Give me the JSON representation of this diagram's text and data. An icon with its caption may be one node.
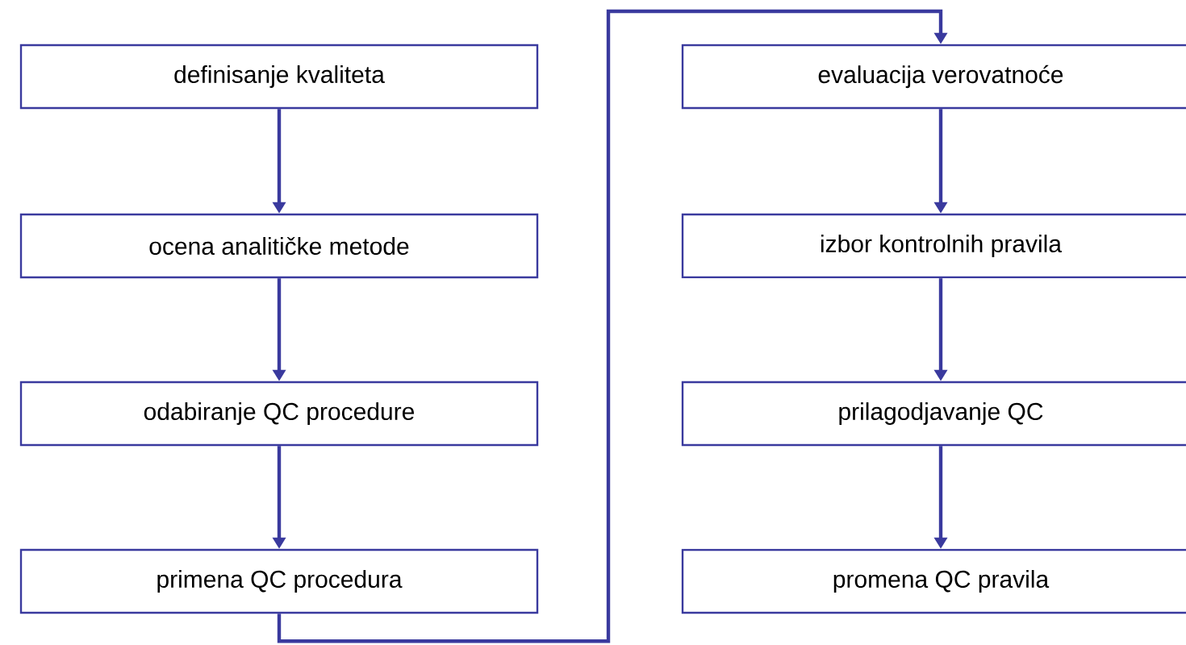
{
  "diagram": {
    "nodes": [
      {
        "text": [
          "definisanje kvaliteta"
        ]
      },
      {
        "text": [
          "ocena analitičke metode"
        ]
      },
      {
        "text": [
          "odabiranje QC procedure"
        ]
      },
      {
        "text": [
          "primena QC procedura"
        ]
      },
      {
        "text": [
          "evaluacija verovatnoće"
        ]
      },
      {
        "text": [
          "izbor kontrolnih pravila"
        ]
      },
      {
        "text": [
          "prilagodjavanje QC"
        ]
      },
      {
        "text": [
          "promena QC pravila"
        ]
      }
    ],
    "edges": [
      {
        "from": 0,
        "to": 1,
        "arrow": "to"
      },
      {
        "from": 1,
        "to": 2,
        "arrow": "to"
      },
      {
        "from": 2,
        "to": 3,
        "arrow": "to"
      },
      {
        "from": 3,
        "to": 4,
        "arrow": "to"
      },
      {
        "from": 4,
        "to": 5,
        "arrow": "to"
      },
      {
        "from": 5,
        "to": 6,
        "arrow": "to"
      },
      {
        "from": 6,
        "to": 7,
        "arrow": "to"
      }
    ]
  }
}
